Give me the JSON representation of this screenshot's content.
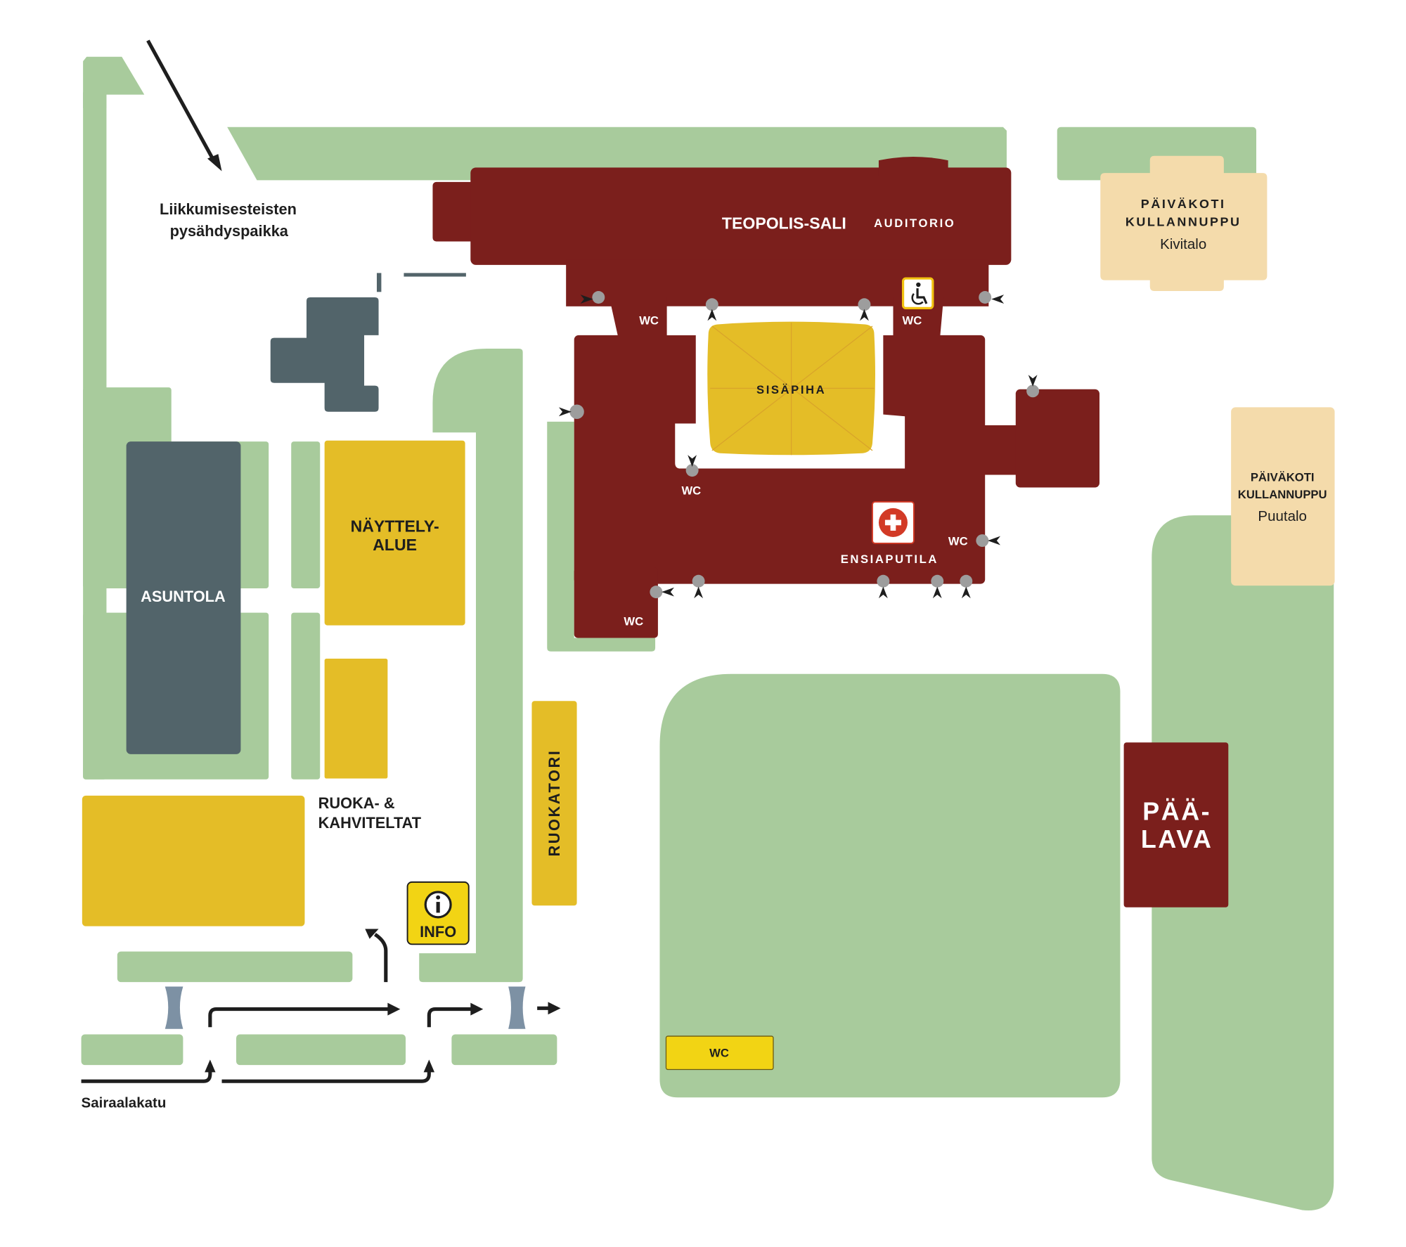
{
  "colors": {
    "green": "#a8cb9c",
    "building_red": "#7b1f1c",
    "yellow": "#e4bd27",
    "slate": "#52646a",
    "beige": "#f4dbab",
    "wc_yellow": "#f2d414",
    "door_gray": "#9d9d9d",
    "bollard": "#7d91a4",
    "text_dark": "#1e1e1e"
  },
  "labels": {
    "parking_line1": "Liikkumisesteisten",
    "parking_line2": "pysähdyspaikka",
    "teopolis": "TEOPOLIS-SALI",
    "auditorio": "AUDITORIO",
    "sisapiha": "SISÄPIHA",
    "ensiaputila": "ENSIAPUTILA",
    "wc": "WC",
    "kivitalo_line1": "PÄIVÄKOTI",
    "kivitalo_line2": "KULLANNUPPU",
    "kivitalo_line3": "Kivitalo",
    "puutalo_line1": "PÄIVÄKOTI",
    "puutalo_line2": "KULLANNUPPU",
    "puutalo_line3": "Puutalo",
    "nayttely_line1": "NÄYTTELY-",
    "nayttely_line2": "ALUE",
    "asuntola": "ASUNTOLA",
    "ruoka_line1": "RUOKA- &",
    "ruoka_line2": "KAHVITELTAT",
    "ruokatori": "RUOKATORI",
    "info": "INFO",
    "paalava_line1": "PÄÄ-",
    "paalava_line2": "LAVA",
    "street": "Sairaalakatu"
  },
  "icons": {
    "info": "info-icon",
    "first_aid": "first-aid-cross-icon",
    "accessible": "wheelchair-icon"
  }
}
